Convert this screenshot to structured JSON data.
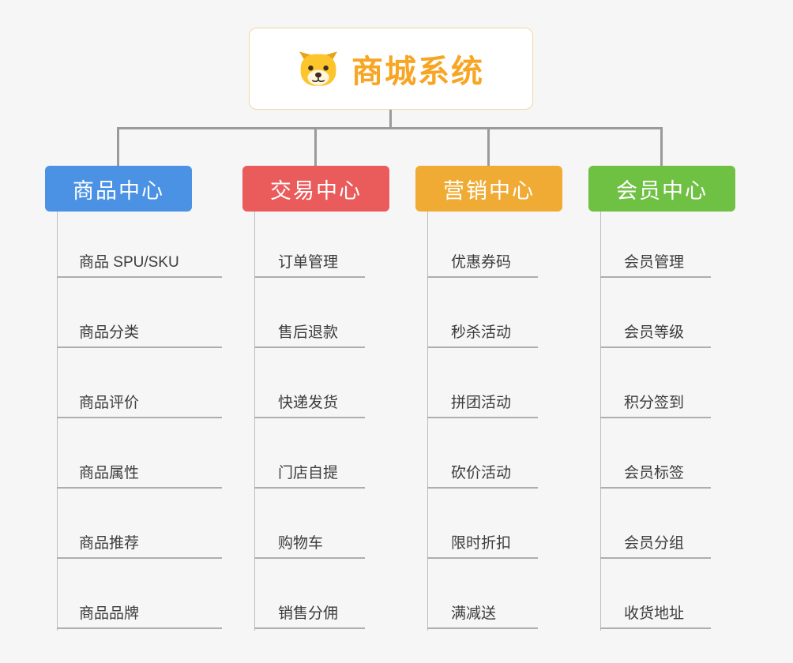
{
  "root": {
    "title": "商城系统"
  },
  "branches": [
    {
      "label": "商品中心",
      "color": "#4b92e5",
      "items": [
        "商品 SPU/SKU",
        "商品分类",
        "商品评价",
        "商品属性",
        "商品推荐",
        "商品品牌"
      ]
    },
    {
      "label": "交易中心",
      "color": "#ea5b5b",
      "items": [
        "订单管理",
        "售后退款",
        "快递发货",
        "门店自提",
        "购物车",
        "销售分佣"
      ]
    },
    {
      "label": "营销中心",
      "color": "#f0ab34",
      "items": [
        "优惠券码",
        "秒杀活动",
        "拼团活动",
        "砍价活动",
        "限时折扣",
        "满减送"
      ]
    },
    {
      "label": "会员中心",
      "color": "#6fc144",
      "items": [
        "会员管理",
        "会员等级",
        "积分签到",
        "会员标签",
        "会员分组",
        "收货地址"
      ]
    }
  ]
}
